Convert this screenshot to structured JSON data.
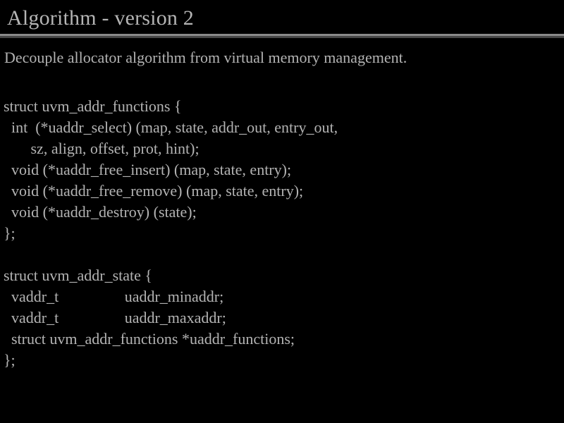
{
  "slide": {
    "title": "Algorithm - version 2",
    "subtitle": "Decouple allocator algorithm from virtual memory management.",
    "colors": {
      "background": "#000000",
      "text": "#b3b3b3",
      "title_text": "#b5b5b5",
      "rule_light": "#8a8a8a",
      "rule_dark": "#474747"
    },
    "code_lines": [
      "struct uvm_addr_functions {",
      "  int  (*uaddr_select) (map, state, addr_out, entry_out,",
      "       sz, align, offset, prot, hint);",
      "  void (*uaddr_free_insert) (map, state, entry);",
      "  void (*uaddr_free_remove) (map, state, entry);",
      "  void (*uaddr_destroy) (state);",
      "};",
      "",
      "struct uvm_addr_state {",
      "  vaddr_t                 uaddr_minaddr;",
      "  vaddr_t                 uaddr_maxaddr;",
      "  struct uvm_addr_functions *uaddr_functions;",
      "};"
    ]
  }
}
